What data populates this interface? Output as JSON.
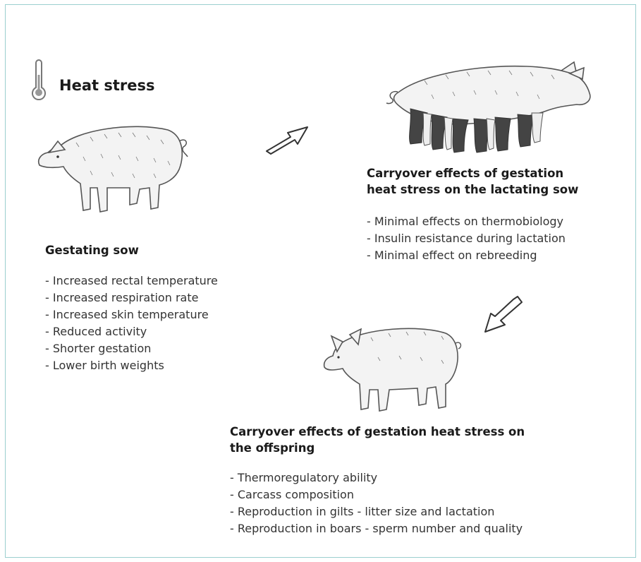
{
  "header": {
    "title": "Heat stress",
    "icon": "thermometer-icon"
  },
  "gestating": {
    "heading": "Gestating sow",
    "items": [
      "Increased rectal temperature",
      "Increased respiration rate",
      "Increased skin temperature",
      "Reduced activity",
      "Shorter gestation",
      "Lower birth weights"
    ]
  },
  "lactating": {
    "heading_line1": "Carryover effects of gestation",
    "heading_line2": "heat stress on the lactating sow",
    "items": [
      "Minimal effects on thermobiology",
      "Insulin resistance during lactation",
      "Minimal effect on rebreeding"
    ]
  },
  "offspring": {
    "heading_line1": "Carryover effects of gestation heat stress on",
    "heading_line2": "the offspring",
    "items": [
      "Thermoregulatory ability",
      "Carcass composition",
      "Reproduction in gilts - litter size and lactation",
      "Reproduction in boars - sperm number and quality"
    ]
  },
  "colors": {
    "border": "#9bcfcf",
    "text": "#333333",
    "sketch": "#555555"
  }
}
